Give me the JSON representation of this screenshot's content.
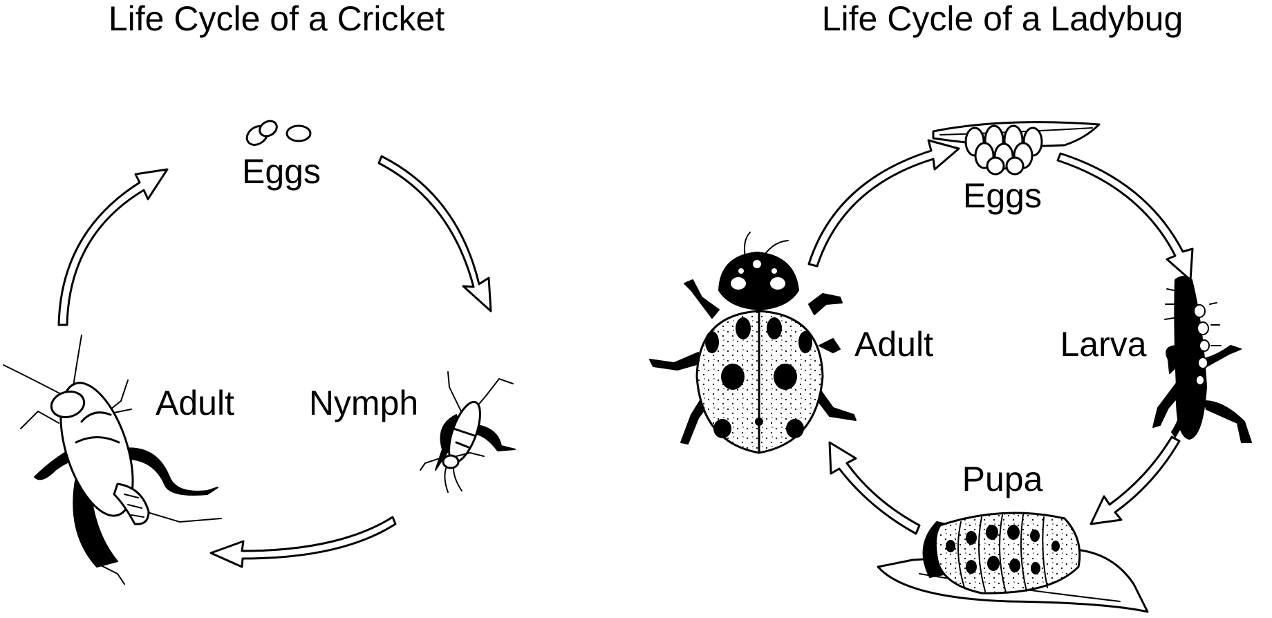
{
  "cricket": {
    "title": "Life Cycle of a Cricket",
    "stages": {
      "eggs": "Eggs",
      "nymph": "Nymph",
      "adult": "Adult"
    }
  },
  "ladybug": {
    "title": "Life Cycle of a Ladybug",
    "stages": {
      "eggs": "Eggs",
      "larva": "Larva",
      "pupa": "Pupa",
      "adult": "Adult"
    }
  }
}
